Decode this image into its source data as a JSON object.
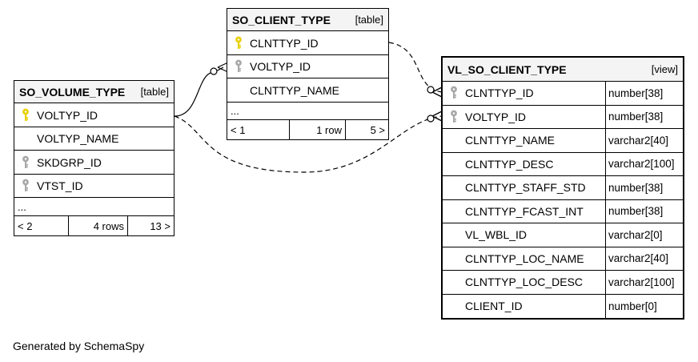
{
  "tables": {
    "so_volume_type": {
      "name": "SO_VOLUME_TYPE",
      "kind": "[table]",
      "columns": [
        {
          "name": "VOLTYP_ID",
          "key": "primary"
        },
        {
          "name": "VOLTYP_NAME",
          "key": "none"
        },
        {
          "name": "SKDGRP_ID",
          "key": "foreign"
        },
        {
          "name": "VTST_ID",
          "key": "foreign"
        }
      ],
      "ellipsis": "...",
      "footer": {
        "prev": "< 2",
        "rows": "4 rows",
        "next": "13 >"
      }
    },
    "so_client_type": {
      "name": "SO_CLIENT_TYPE",
      "kind": "[table]",
      "columns": [
        {
          "name": "CLNTTYP_ID",
          "key": "primary"
        },
        {
          "name": "VOLTYP_ID",
          "key": "foreign"
        },
        {
          "name": "CLNTTYP_NAME",
          "key": "none"
        }
      ],
      "ellipsis": "...",
      "footer": {
        "prev": "< 1",
        "rows": "1 row",
        "next": "5 >"
      }
    },
    "vl_so_client_type": {
      "name": "VL_SO_CLIENT_TYPE",
      "kind": "[view]",
      "columns": [
        {
          "name": "CLNTTYP_ID",
          "type": "number[38]",
          "key": "foreign"
        },
        {
          "name": "VOLTYP_ID",
          "type": "number[38]",
          "key": "foreign"
        },
        {
          "name": "CLNTTYP_NAME",
          "type": "varchar2[40]",
          "key": "none"
        },
        {
          "name": "CLNTTYP_DESC",
          "type": "varchar2[100]",
          "key": "none"
        },
        {
          "name": "CLNTTYP_STAFF_STD",
          "type": "number[38]",
          "key": "none"
        },
        {
          "name": "CLNTTYP_FCAST_INT",
          "type": "number[38]",
          "key": "none"
        },
        {
          "name": "VL_WBL_ID",
          "type": "varchar2[0]",
          "key": "none"
        },
        {
          "name": "CLNTTYP_LOC_NAME",
          "type": "varchar2[40]",
          "key": "none"
        },
        {
          "name": "CLNTTYP_LOC_DESC",
          "type": "varchar2[100]",
          "key": "none"
        },
        {
          "name": "CLIENT_ID",
          "type": "number[0]",
          "key": "none"
        }
      ]
    }
  },
  "relationships": [
    {
      "from": "SO_CLIENT_TYPE.VOLTYP_ID",
      "to": "SO_VOLUME_TYPE.VOLTYP_ID",
      "style": "solid"
    },
    {
      "from": "VL_SO_CLIENT_TYPE.CLNTTYP_ID",
      "to": "SO_CLIENT_TYPE.CLNTTYP_ID",
      "style": "dashed"
    },
    {
      "from": "VL_SO_CLIENT_TYPE.VOLTYP_ID",
      "to": "SO_VOLUME_TYPE.VOLTYP_ID",
      "style": "dashed"
    }
  ],
  "colors": {
    "primary_key": "#e8d000",
    "foreign_key": "#a8a8a8",
    "header_bg": "#f4f4f4"
  },
  "footer_text": "Generated by SchemaSpy"
}
